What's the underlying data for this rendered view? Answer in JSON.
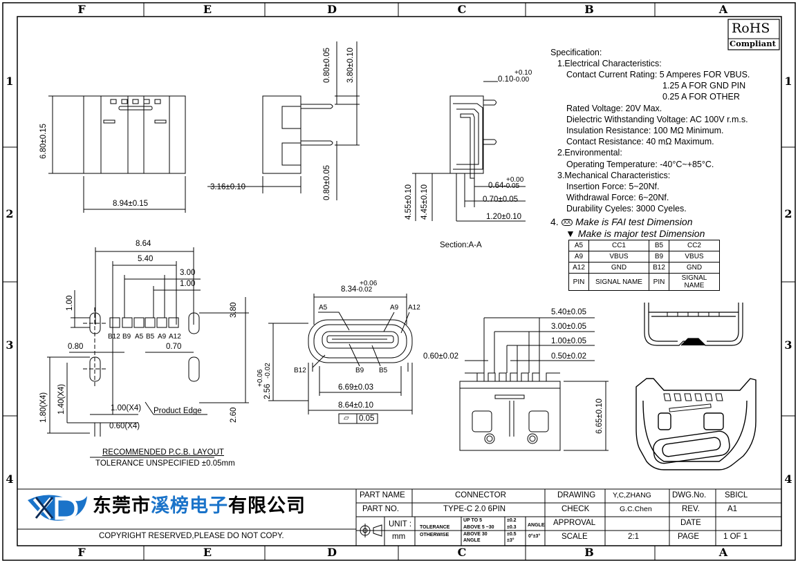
{
  "zones_top": [
    "F",
    "E",
    "D",
    "C",
    "B",
    "A"
  ],
  "zones_side": [
    "1",
    "2",
    "3",
    "4"
  ],
  "rohs": {
    "line1": "RoHS",
    "line2": "Compliant"
  },
  "spec": {
    "title": "Specification:",
    "s1": "1.Electrical Characteristics:",
    "ccr1": "Contact Current Rating: 5 Amperes FOR VBUS.",
    "ccr2": "1.25 A FOR GND PIN",
    "ccr3": "0.25 A FOR OTHER",
    "rv": "Rated Voltage:  20V Max.",
    "dwv": "Dielectric Withstanding Voltage: AC 100V r.m.s.",
    "ir": "Insulation Resistance: 100 MΩ Minimum.",
    "cr": "Contact Resistance: 40 mΩ Maximum.",
    "s2": "2.Environmental:",
    "ot": "Operating Temperature: -40°C~+85°C.",
    "s3": "3.Mechanical Characteristics:",
    "if": "Insertion Force: 5~20Nf.",
    "wf": "Withdrawal Force: 6~20Nf.",
    "dc": "Durability Cyeles: 3000 Cyeles.",
    "n4_mark": "XX",
    "n4": "Make  is  FAI  test  Dimension",
    "n5": "Make  is  major  test  Dimension"
  },
  "pin_table": [
    [
      "A5",
      "CC1",
      "B5",
      "CC2"
    ],
    [
      "A9",
      "VBUS",
      "B9",
      "VBUS"
    ],
    [
      "A12",
      "GND",
      "B12",
      "GND"
    ],
    [
      "PIN",
      "SIGNAL NAME",
      "PIN",
      "SIGNAL NAME"
    ]
  ],
  "dims": {
    "h680": "6.80±0.15",
    "w894": "8.94±0.15",
    "d080a": "0.80±0.05",
    "d380": "3.80±0.10",
    "d080b": "0.80±0.05",
    "d316": "3.16±0.10",
    "d010": "0.10",
    "d010tol_up": "+0.10",
    "d010tol_dn": "-0.00",
    "d064": "0.64",
    "d064tol_up": "+0.00",
    "d064tol_dn": "-0.05",
    "d070": "0.70±0.05",
    "d120": "1.20±0.10",
    "d455": "4.55±0.10",
    "d445": "4.45±0.10",
    "section": "Section:A-A",
    "p864": "8.64",
    "p540": "5.40",
    "p300": "3.00",
    "p100a": "1.00",
    "p100b": "1.00",
    "p080": "0.80",
    "p070": "0.70",
    "p380": "3.80",
    "p180": "1.80(X4)",
    "p140": "1.40(X4)",
    "p100x4": "1.00(X4)",
    "p060x4": "0.60(X4)",
    "p260": "2.60",
    "product_edge": "Product Edge",
    "pcb1": "RECOMMENDED   P.C.B. LAYOUT",
    "pcb2": "TOLERANCE  UNSPECIFIED  ±0.05mm",
    "f834": "8.34",
    "f834up": "+0.06",
    "f834dn": "-0.02",
    "f256": "2.56",
    "f256up": "+0.06",
    "f256dn": "-0.02",
    "f669": "6.69±0.03",
    "f864": "8.64±0.10",
    "flat_sym": "⏥",
    "flat_val": "0.05",
    "b540": "5.40±0.05",
    "b300": "3.00±0.05",
    "b100": "1.00±0.05",
    "b050": "0.50±0.02",
    "b060": "0.60±0.02",
    "b665": "6.65±0.10"
  },
  "pin_labels_pcb": [
    "B12",
    "B9",
    "A5",
    "B5",
    "A9",
    "A12"
  ],
  "front_labels": {
    "a5": "A5",
    "a9": "A9",
    "a12": "A12",
    "b12": "B12",
    "b9": "B9",
    "b5": "B5"
  },
  "title_block": {
    "company_cn_a": "东莞市",
    "company_cn_b": "溪榜",
    "company_cn_c": "电子",
    "company_cn_d": "有限公司",
    "copyright": "COPYRIGHT RESERVED,PLEASE DO NOT COPY.",
    "part_name_lbl": "PART NAME",
    "part_name": "CONNECTOR",
    "part_no_lbl": "PART NO.",
    "part_no": "TYPE-C 2.0 6PIN",
    "unit_lbl": "UNIT :",
    "unit": "mm",
    "tol_lbl1": "TOLERANCE",
    "tol_lbl2": "OTHERWISE",
    "tol_r1": "UP TO 5",
    "tol_r2": "ABOVE 5 ~30",
    "tol_r3": "ABOVE 30",
    "tol_r4": "ANGLE",
    "tol_v1": "±0.2",
    "tol_v2": "±0.3",
    "tol_v3": "±0.5",
    "tol_v4": "±3°",
    "angle_lbl": "ANGLE",
    "angle_val": "0°±3°",
    "drawing_lbl": "DRAWING",
    "drawing": "Y,C,ZHANG",
    "check_lbl": "CHECK",
    "check": "G.C.Chen",
    "approval_lbl": "APPROVAL",
    "scale_lbl": "SCALE",
    "scale": "2:1",
    "dwgno_lbl": "DWG.No.",
    "dwgno": "SBICL",
    "rev_lbl": "REV.",
    "rev": "A1",
    "date_lbl": "DATE",
    "page_lbl": "PAGE",
    "page": "1 OF 1"
  },
  "colors": {
    "line": "#000000",
    "brand_blue": "#1a73c9"
  }
}
